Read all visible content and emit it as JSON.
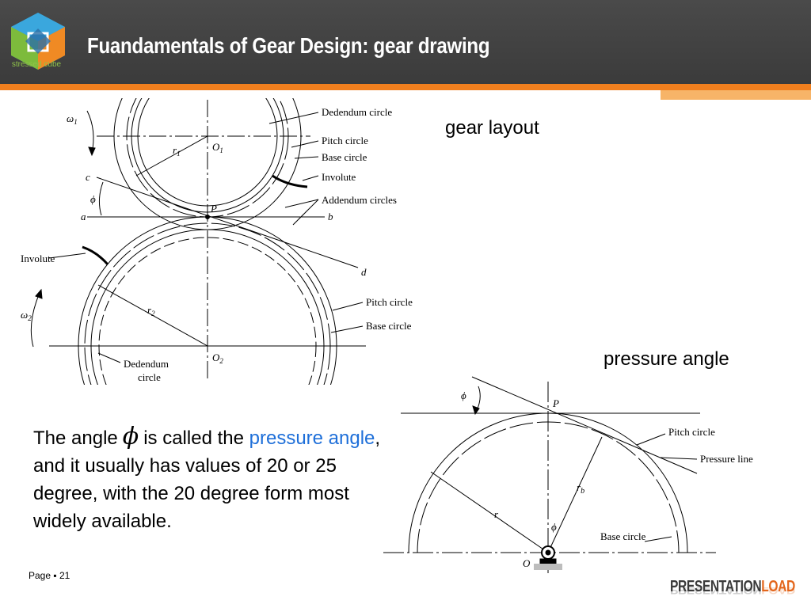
{
  "slide": {
    "title": "Fuandamentals of Gear Design: gear drawing",
    "logo_text": "stressed cube",
    "caption_layout": "gear layout",
    "caption_pressure": "pressure angle",
    "body": {
      "part1": "The angle",
      "symbol": "ϕ",
      "part2": "is called the",
      "highlight": "pressure angle",
      "part3": ", and it usually has values of 20 or 25 degree, with the 20 degree form most widely available."
    },
    "page_label": "Page ▪ 21",
    "brand_main": "PRESENTATION",
    "brand_accent": "LOAD"
  },
  "figure1": {
    "labels": {
      "omega1": "ω",
      "omega1_sub": "1",
      "omega2": "ω",
      "omega2_sub": "2",
      "r1": "r",
      "r1_sub": "1",
      "r2": "r",
      "r2_sub": "2",
      "O1": "O",
      "O1_sub": "1",
      "O2": "O",
      "O2_sub": "2",
      "c": "c",
      "phi": "ϕ",
      "a": "a",
      "b": "b",
      "P": "P",
      "d": "d",
      "dedendum_circle": "Dedendum circle",
      "pitch_circle_top": "Pitch circle",
      "base_circle_top": "Base circle",
      "involute_top": "Involute",
      "addendum_circles": "Addendum circles",
      "involute_left": "Involute",
      "pitch_circle_bottom": "Pitch circle",
      "base_circle_bottom": "Base circle",
      "dedendum_bottom_1": "Dedendum",
      "dedendum_bottom_2": "circle"
    }
  },
  "figure2": {
    "labels": {
      "phi_top": "ϕ",
      "P": "P",
      "pitch_circle": "Pitch circle",
      "pressure_line": "Pressure line",
      "rb": "r",
      "rb_sub": "b",
      "r": "r",
      "phi_mid": "ϕ",
      "base_circle": "Base circle",
      "O": "O"
    }
  },
  "colors": {
    "header": "#414141",
    "accent_orange": "#f07f1e",
    "highlight_blue": "#1e6fd9"
  }
}
